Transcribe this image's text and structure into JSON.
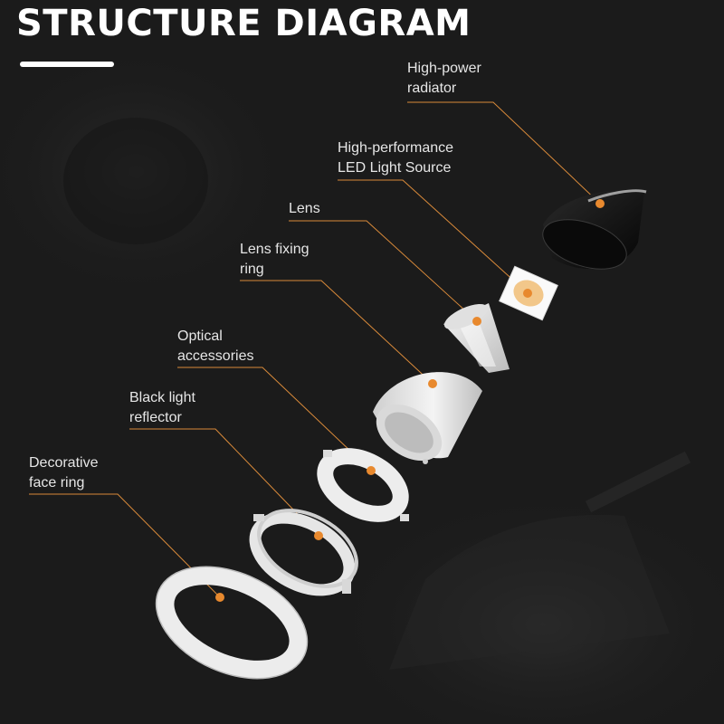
{
  "title": "STRUCTURE DIAGRAM",
  "colors": {
    "background": "#1b1b1b",
    "text": "#e6e6e6",
    "leader_line": "#d98a3a",
    "marker_dot": "#e8892e",
    "part_white": "#efefef",
    "led_chip": "#f2c78a",
    "radiator_black": "#0d0d0d"
  },
  "components": [
    {
      "id": "radiator",
      "label_lines": [
        "High-power",
        "radiator"
      ]
    },
    {
      "id": "led",
      "label_lines": [
        "High-performance",
        "LED Light Source"
      ]
    },
    {
      "id": "lens",
      "label_lines": [
        "Lens"
      ]
    },
    {
      "id": "lens-fixing-ring",
      "label_lines": [
        "Lens fixing",
        "ring"
      ]
    },
    {
      "id": "optical-accessories",
      "label_lines": [
        "Optical",
        "accessories"
      ]
    },
    {
      "id": "black-reflector",
      "label_lines": [
        "Black light",
        "reflector"
      ]
    },
    {
      "id": "face-ring",
      "label_lines": [
        "Decorative",
        "face ring"
      ]
    }
  ]
}
